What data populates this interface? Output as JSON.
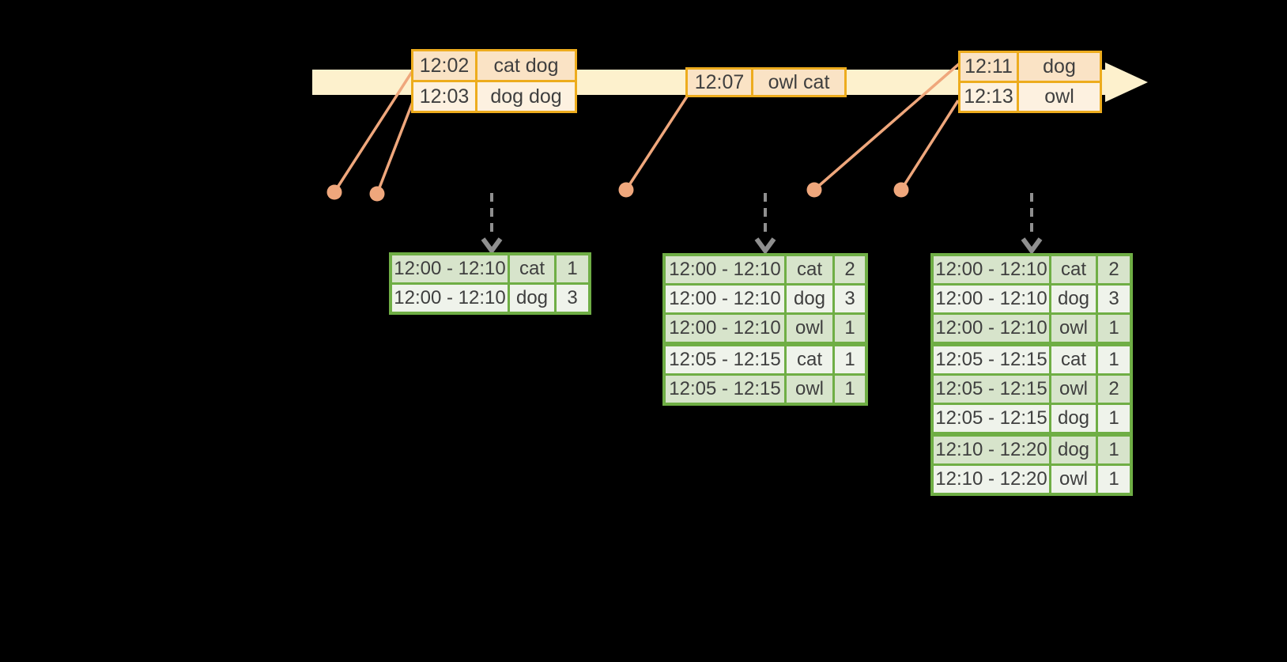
{
  "colors": {
    "timeline_fill": "#FDF1CD",
    "event_table_border": "#EDAC1E",
    "event_row_dark": "#FAE3C5",
    "event_row_light": "#FDF1E0",
    "marker": "#EFA77C",
    "result_table_border": "#6FAE45",
    "result_row_dark": "#D7E4CB",
    "result_row_light": "#EFF3EB",
    "trigger_arrow": "#8F8F8F",
    "text": "#3F3F3F"
  },
  "icons": {
    "timeline": "right-arrow",
    "event_marker": "dot-with-leader-line",
    "trigger": "dashed-down-arrow"
  },
  "event_tables": [
    {
      "rows": [
        {
          "time": "12:02",
          "words": "cat dog"
        },
        {
          "time": "12:03",
          "words": "dog dog"
        }
      ]
    },
    {
      "rows": [
        {
          "time": "12:07",
          "words": "owl cat"
        }
      ]
    },
    {
      "rows": [
        {
          "time": "12:11",
          "words": "dog"
        },
        {
          "time": "12:13",
          "words": "owl"
        }
      ]
    }
  ],
  "result_tables": [
    {
      "rows": [
        {
          "window": "12:00 - 12:10",
          "word": "cat",
          "count": "1"
        },
        {
          "window": "12:00 - 12:10",
          "word": "dog",
          "count": "3"
        }
      ]
    },
    {
      "rows": [
        {
          "window": "12:00 - 12:10",
          "word": "cat",
          "count": "2"
        },
        {
          "window": "12:00 - 12:10",
          "word": "dog",
          "count": "3"
        },
        {
          "window": "12:00 - 12:10",
          "word": "owl",
          "count": "1"
        },
        {
          "window": "12:05 - 12:15",
          "word": "cat",
          "count": "1"
        },
        {
          "window": "12:05 - 12:15",
          "word": "owl",
          "count": "1"
        }
      ]
    },
    {
      "rows": [
        {
          "window": "12:00 - 12:10",
          "word": "cat",
          "count": "2"
        },
        {
          "window": "12:00 - 12:10",
          "word": "dog",
          "count": "3"
        },
        {
          "window": "12:00 - 12:10",
          "word": "owl",
          "count": "1"
        },
        {
          "window": "12:05 - 12:15",
          "word": "cat",
          "count": "1"
        },
        {
          "window": "12:05 - 12:15",
          "word": "owl",
          "count": "2"
        },
        {
          "window": "12:05 - 12:15",
          "word": "dog",
          "count": "1"
        },
        {
          "window": "12:10 - 12:20",
          "word": "dog",
          "count": "1"
        },
        {
          "window": "12:10 - 12:20",
          "word": "owl",
          "count": "1"
        }
      ]
    }
  ]
}
